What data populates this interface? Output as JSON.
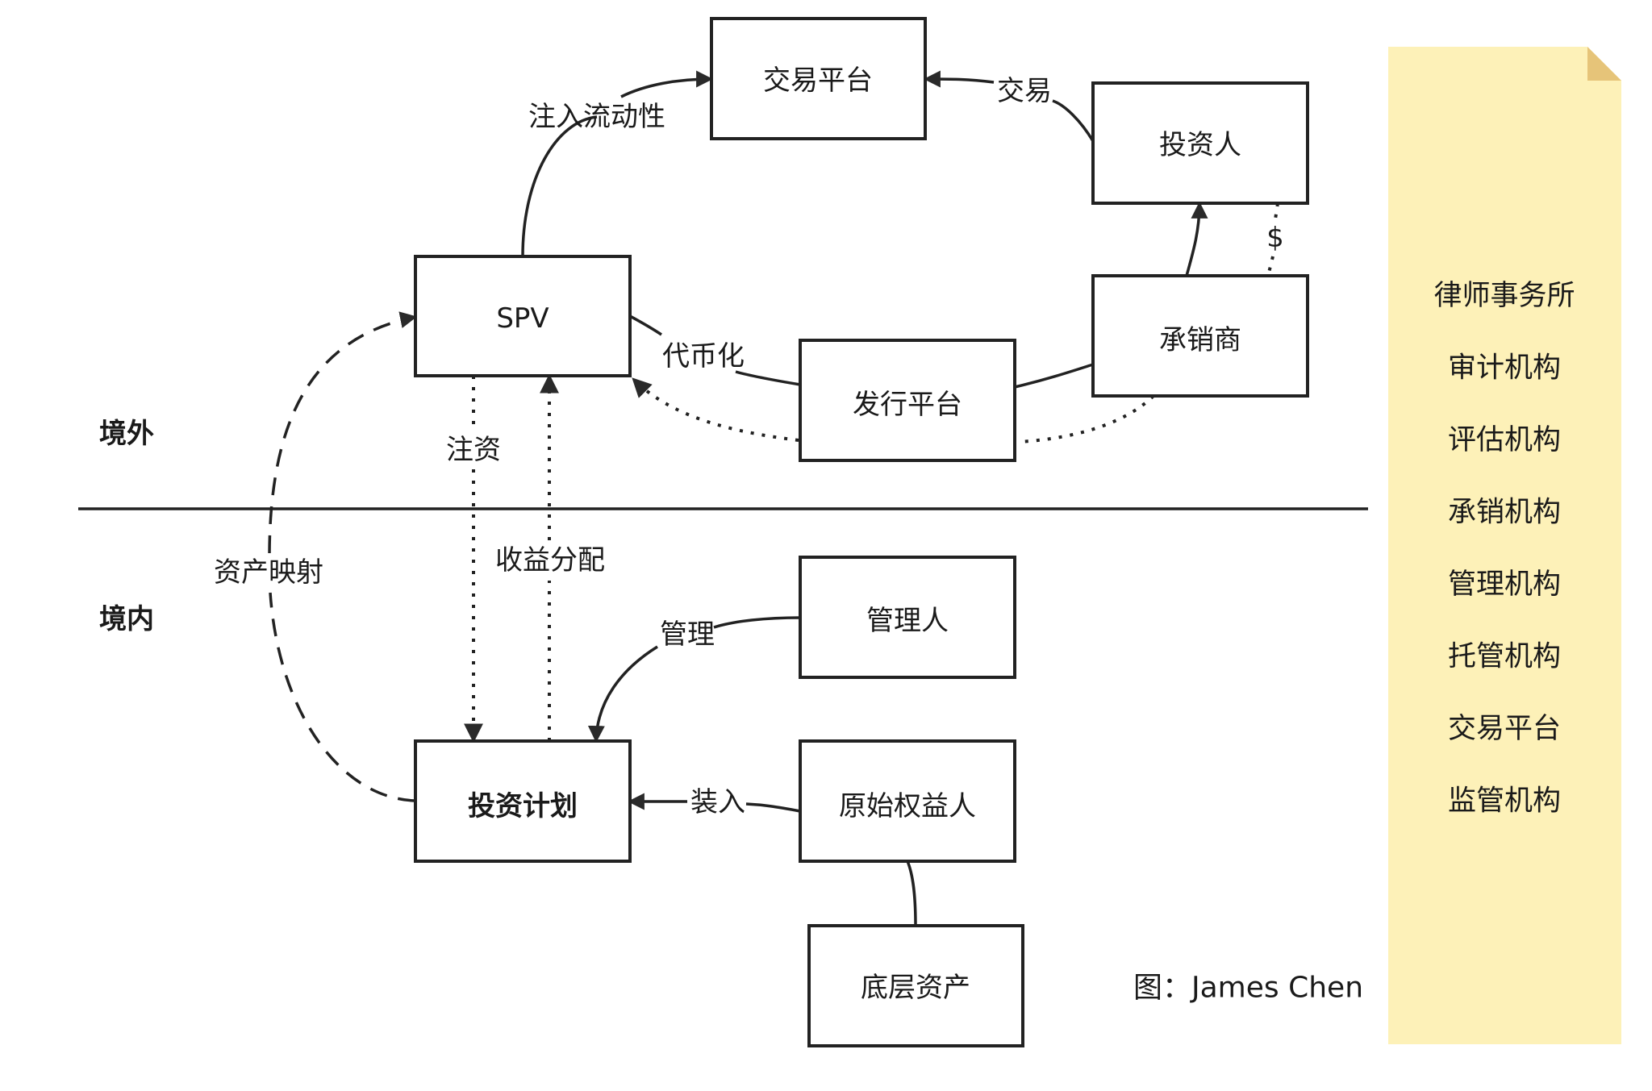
{
  "regions": {
    "offshore": "境外",
    "onshore": "境内"
  },
  "nodes": {
    "trading_platform": "交易平台",
    "investor": "投资人",
    "spv": "SPV",
    "underwriter": "承销商",
    "issuance_platform": "发行平台",
    "manager": "管理人",
    "investment_plan": "投资计划",
    "originator": "原始权益人",
    "underlying_assets": "底层资产"
  },
  "edges": {
    "inject_liquidity": "注入流动性",
    "trade": "交易",
    "tokenize": "代币化",
    "dollar": "$",
    "capital_injection": "注资",
    "profit_distribution": "收益分配",
    "asset_mapping": "资产映射",
    "manage": "管理",
    "load_in": "装入"
  },
  "sticky_note": {
    "items": [
      "律师事务所",
      "审计机构",
      "评估机构",
      "承销机构",
      "管理机构",
      "托管机构",
      "交易平台",
      "监管机构"
    ]
  },
  "credit": "图：James Chen"
}
